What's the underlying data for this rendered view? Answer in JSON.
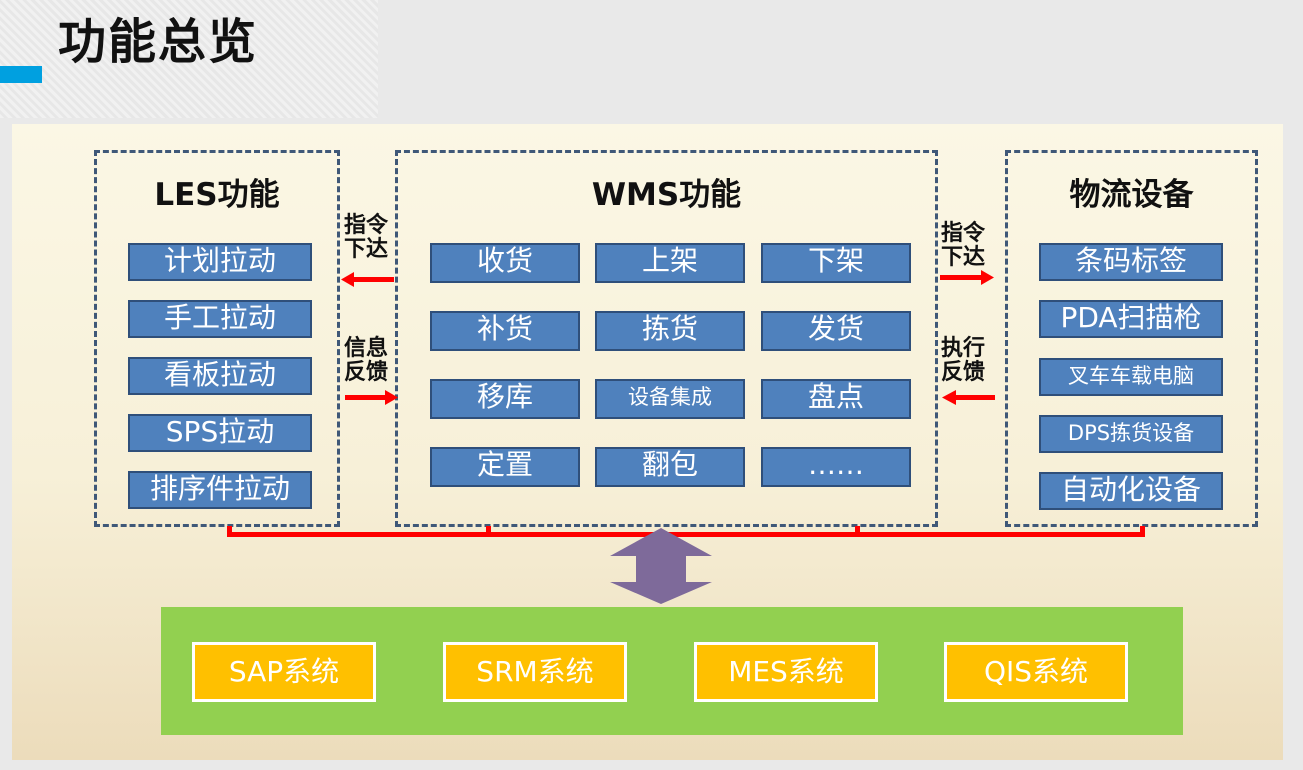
{
  "page": {
    "title": "功能总览"
  },
  "les": {
    "title": "LES功能",
    "items": [
      "计划拉动",
      "手工拉动",
      "看板拉动",
      "SPS拉动",
      "排序件拉动"
    ]
  },
  "wms": {
    "title": "WMS功能",
    "grid": [
      [
        "收货",
        "上架",
        "下架"
      ],
      [
        "补货",
        "拣货",
        "发货"
      ],
      [
        "移库",
        "设备集成",
        "盘点"
      ],
      [
        "定置",
        "翻包",
        "……"
      ]
    ]
  },
  "equipment": {
    "title": "物流设备",
    "items": [
      "条码标签",
      "PDA扫描枪",
      "叉车车载电脑",
      "DPS拣货设备",
      "自动化设备"
    ]
  },
  "arrows": {
    "left_top": [
      "指令",
      "下达"
    ],
    "left_bottom": [
      "信息",
      "反馈"
    ],
    "right_top": [
      "指令",
      "下达"
    ],
    "right_bottom": [
      "执行",
      "反馈"
    ]
  },
  "systems": [
    "SAP系统",
    "SRM系统",
    "MES系统",
    "QIS系统"
  ],
  "colors": {
    "accent": "#00a0e0",
    "blue_box": "#4f81bd",
    "red_connector": "#ff0000",
    "purple_arrow": "#7e6a9a",
    "green_bar": "#92d050",
    "orange_box": "#ffc000"
  }
}
